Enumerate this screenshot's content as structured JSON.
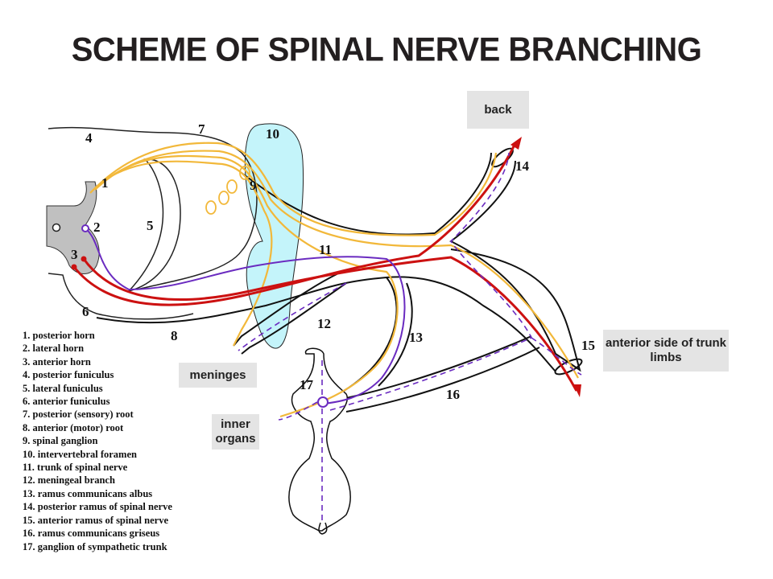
{
  "title": "SCHEME OF SPINAL NERVE BRANCHING",
  "boxes": {
    "back": "back",
    "anterior_side": "anterior side of trunk\nlimbs",
    "meninges": "meninges",
    "inner_organs": "inner\norgans"
  },
  "numbers": [
    "1",
    "2",
    "3",
    "4",
    "5",
    "6",
    "7",
    "8",
    "9",
    "10",
    "11",
    "12",
    "13",
    "14",
    "15",
    "16",
    "17"
  ],
  "legend": [
    "1. posterior horn",
    "2. lateral horn",
    "3. anterior horn",
    "4. posterior funiculus",
    "5. lateral funiculus",
    "6. anterior funiculus",
    "7. posterior (sensory) root",
    "8. anterior (motor) root",
    "9. spinal ganglion",
    "10. intervertebral foramen",
    "11. trunk of spinal nerve",
    "12. meningeal branch",
    "13. ramus communicans albus",
    "14. posterior ramus of spinal nerve",
    "15. anterior ramus of spinal nerve",
    "16. ramus communicans griseus",
    "17. ganglion of sympathetic trunk"
  ],
  "colors": {
    "sensory_fiber": "#f2b83a",
    "motor_fiber": "#cc1111",
    "autonomic_fiber": "#6a2bc0",
    "gray_matter": "#c0c0c0",
    "foramen": "#c4f4fa",
    "label_box": "#e4e4e4"
  }
}
